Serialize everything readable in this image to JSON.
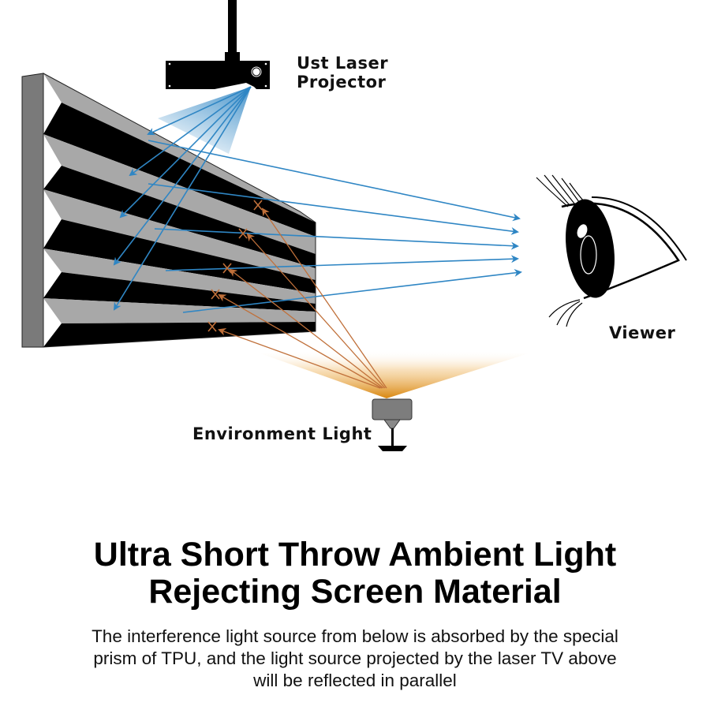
{
  "labels": {
    "projector_line1": "Ust Laser",
    "projector_line2": "Projector",
    "viewer": "Viewer",
    "environment_light": "Environment Light"
  },
  "title": {
    "line1": "Ultra Short Throw Ambient Light",
    "line2": "Rejecting Screen Material"
  },
  "description": {
    "line1": "The interference light source from below is absorbed by the special",
    "line2": "prism of TPU, and the light source projected by the laser TV above",
    "line3": "will be reflected in parallel"
  },
  "colors": {
    "projector_ray": "#2f86c4",
    "ambient_ray": "#c0703a",
    "ambient_glow": "#e39a1e",
    "screen_face": "#a8a8a8",
    "screen_groove": "#000000",
    "screen_side": "#7a7a7a"
  },
  "icons": {
    "projector": "projector-icon",
    "eye": "eye-icon",
    "lamp": "lamp-icon",
    "absorbed_marker": "x-mark-icon"
  }
}
